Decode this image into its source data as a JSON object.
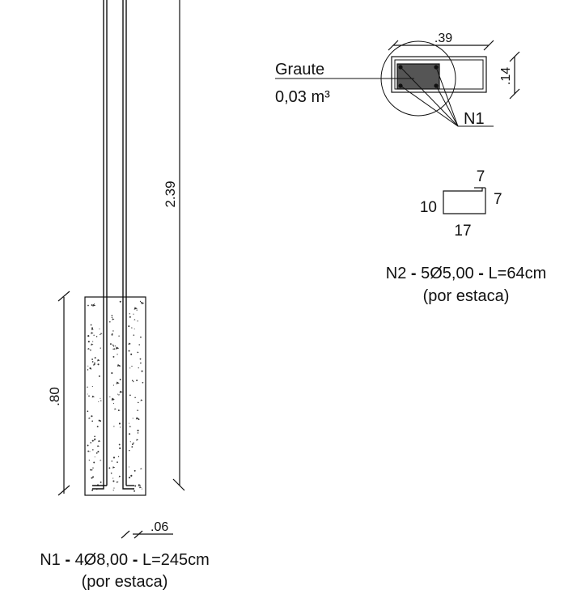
{
  "elevation": {
    "total_length_label": "2.39",
    "embed_length_label": ".80",
    "hook_label": ".06",
    "caption_line1_prefix": "N1",
    "caption_line1_body": "4Ø8,00",
    "caption_line1_length": "L=245cm",
    "caption_line2": "(por estaca)"
  },
  "section": {
    "width_label": ".39",
    "height_label": ".14",
    "grout_label": "Graute",
    "grout_volume": "0,03 m³",
    "bar_label": "N1"
  },
  "stirrup": {
    "dim_top": "7",
    "dim_right": "7",
    "dim_left": "10",
    "dim_bottom": "17",
    "caption_line1_prefix": "N2",
    "caption_line1_body": "5Ø5,00",
    "caption_line1_length": "L=64cm",
    "caption_line2": "(por estaca)"
  },
  "colors": {
    "line": "#111111",
    "grout_fill": "#555555",
    "concrete_fill": "#ffffff"
  }
}
